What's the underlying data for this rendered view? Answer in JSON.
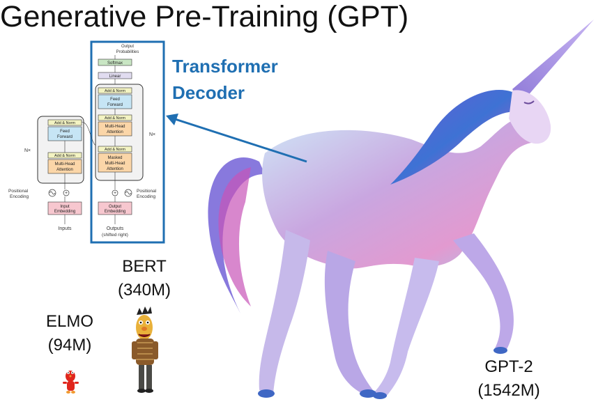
{
  "slide": {
    "title": "Generative Pre-Training (GPT)",
    "callout_line1": "Transformer",
    "callout_line2": "Decoder",
    "accent_color": "#1f6fb2"
  },
  "transformer": {
    "encoder": {
      "nx": "N×",
      "add_norm": "Add & Norm",
      "feed_forward": [
        "Feed",
        "Forward"
      ],
      "mha": [
        "Multi-Head",
        "Attention"
      ],
      "positional": [
        "Positional",
        "Encoding"
      ],
      "embedding": [
        "Input",
        "Embedding"
      ],
      "inputs": "Inputs"
    },
    "decoder": {
      "nx": "N×",
      "output_probs": [
        "Output",
        "Probabilities"
      ],
      "softmax": "Softmax",
      "linear": "Linear",
      "add_norm": "Add & Norm",
      "feed_forward": [
        "Feed",
        "Forward"
      ],
      "mha": [
        "Multi-Head",
        "Attention"
      ],
      "masked_mha": [
        "Masked",
        "Multi-Head",
        "Attention"
      ],
      "positional": [
        "Positional",
        "Encoding"
      ],
      "embedding": [
        "Output",
        "Embedding"
      ],
      "outputs": [
        "Outputs",
        "(shifted right)"
      ]
    }
  },
  "models": {
    "bert": {
      "name": "BERT",
      "size": "(340M)"
    },
    "elmo": {
      "name": "ELMO",
      "size": "(94M)"
    },
    "gpt2": {
      "name": "GPT-2",
      "size": "(1542M)"
    }
  }
}
